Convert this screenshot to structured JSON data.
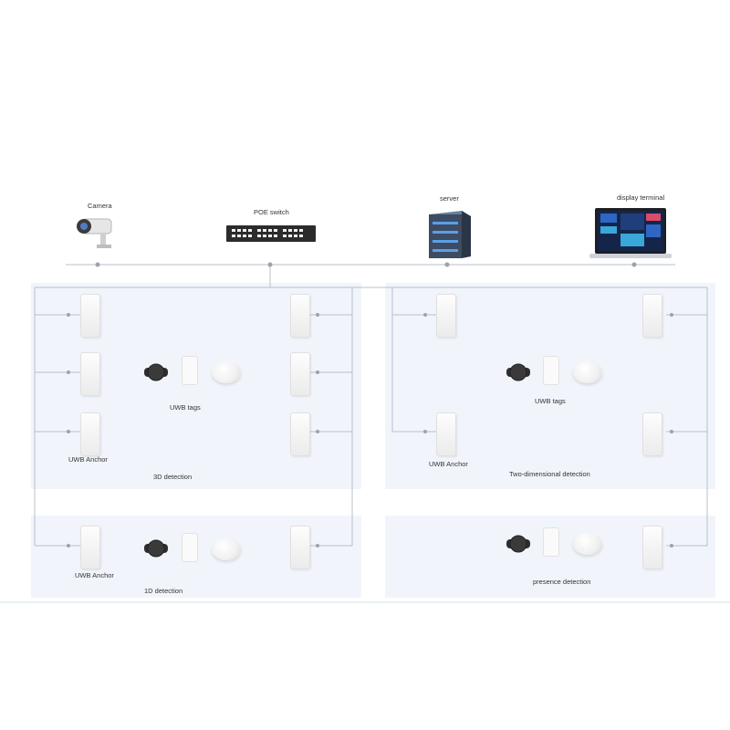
{
  "devices": {
    "camera": "Camera",
    "switch": "POE switch",
    "server": "server",
    "terminal": "display terminal"
  },
  "zones": {
    "z3d": {
      "title": "3D detection",
      "anchor_label": "UWB Anchor",
      "tags_label": "UWB tags"
    },
    "z2d": {
      "title": "Two-dimensional detection",
      "anchor_label": "UWB Anchor",
      "tags_label": "UWB tags"
    },
    "z1d": {
      "title": "1D detection",
      "anchor_label": "UWB Anchor"
    },
    "zp": {
      "title": "presence detection"
    }
  },
  "colors": {
    "zone_bg": "#eef3fa",
    "line": "#b8c0c8",
    "node": "#9aa3ab"
  }
}
